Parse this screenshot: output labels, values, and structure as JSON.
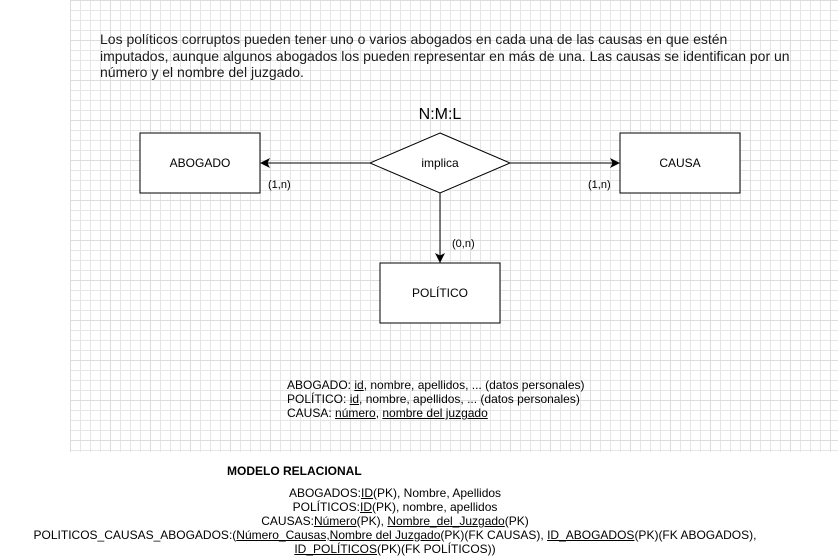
{
  "intro_text": "Los políticos corruptos pueden tener uno o varios abogados en cada una de las causas en que estén imputados, aunque algunos abogados los pueden representar en más de una. Las causas se identifican por un número y el nombre del juzgado.",
  "diagram": {
    "cardinality_title": "N:M:L",
    "relationship": "implica",
    "entities": {
      "abogado": "ABOGADO",
      "causa": "CAUSA",
      "politico": "POLÍTICO"
    },
    "cardinalities": {
      "abogado": "(1,n)",
      "causa": "(1,n)",
      "politico": "(0,n)"
    }
  },
  "attributes": {
    "abogado": {
      "name": "ABOGADO: ",
      "key": "id",
      "rest": ", nombre, apellidos, ... (datos personales)"
    },
    "politico": {
      "name": "POLÍTICO: ",
      "key": "id",
      "rest": ", nombre, apellidos, ... (datos personales)"
    },
    "causa": {
      "name": "CAUSA: ",
      "key1": "número",
      "sep": ", ",
      "key2": "nombre del juzgado"
    }
  },
  "relational_model": {
    "title": "MODELO RELACIONAL",
    "abogados": {
      "name": "ABOGADOS:",
      "key": "ID",
      "rest": "(PK), Nombre, Apellidos"
    },
    "politicos": {
      "name": "POLÍTICOS:",
      "key": "ID",
      "rest": "(PK), nombre, apellidos"
    },
    "causas": {
      "name": "CAUSAS:",
      "key1": "Número",
      "mid": "(PK), ",
      "key2": "Nombre_del_Juzgado",
      "rest": "(PK)"
    },
    "politicos_causas_abogados": {
      "name": "POLITICOS_CAUSAS_ABOGADOS:(",
      "key1": "Número_Causas,Nombre del Juzgado",
      "mid1": "(PK)(FK CAUSAS), ",
      "key2": "ID_ABOGADOS",
      "mid2": "(PK)(FK ABOGADOS),",
      "key3": "ID_POLÍTICOS",
      "rest": "(PK)(FK POLÍTICOS))"
    }
  }
}
